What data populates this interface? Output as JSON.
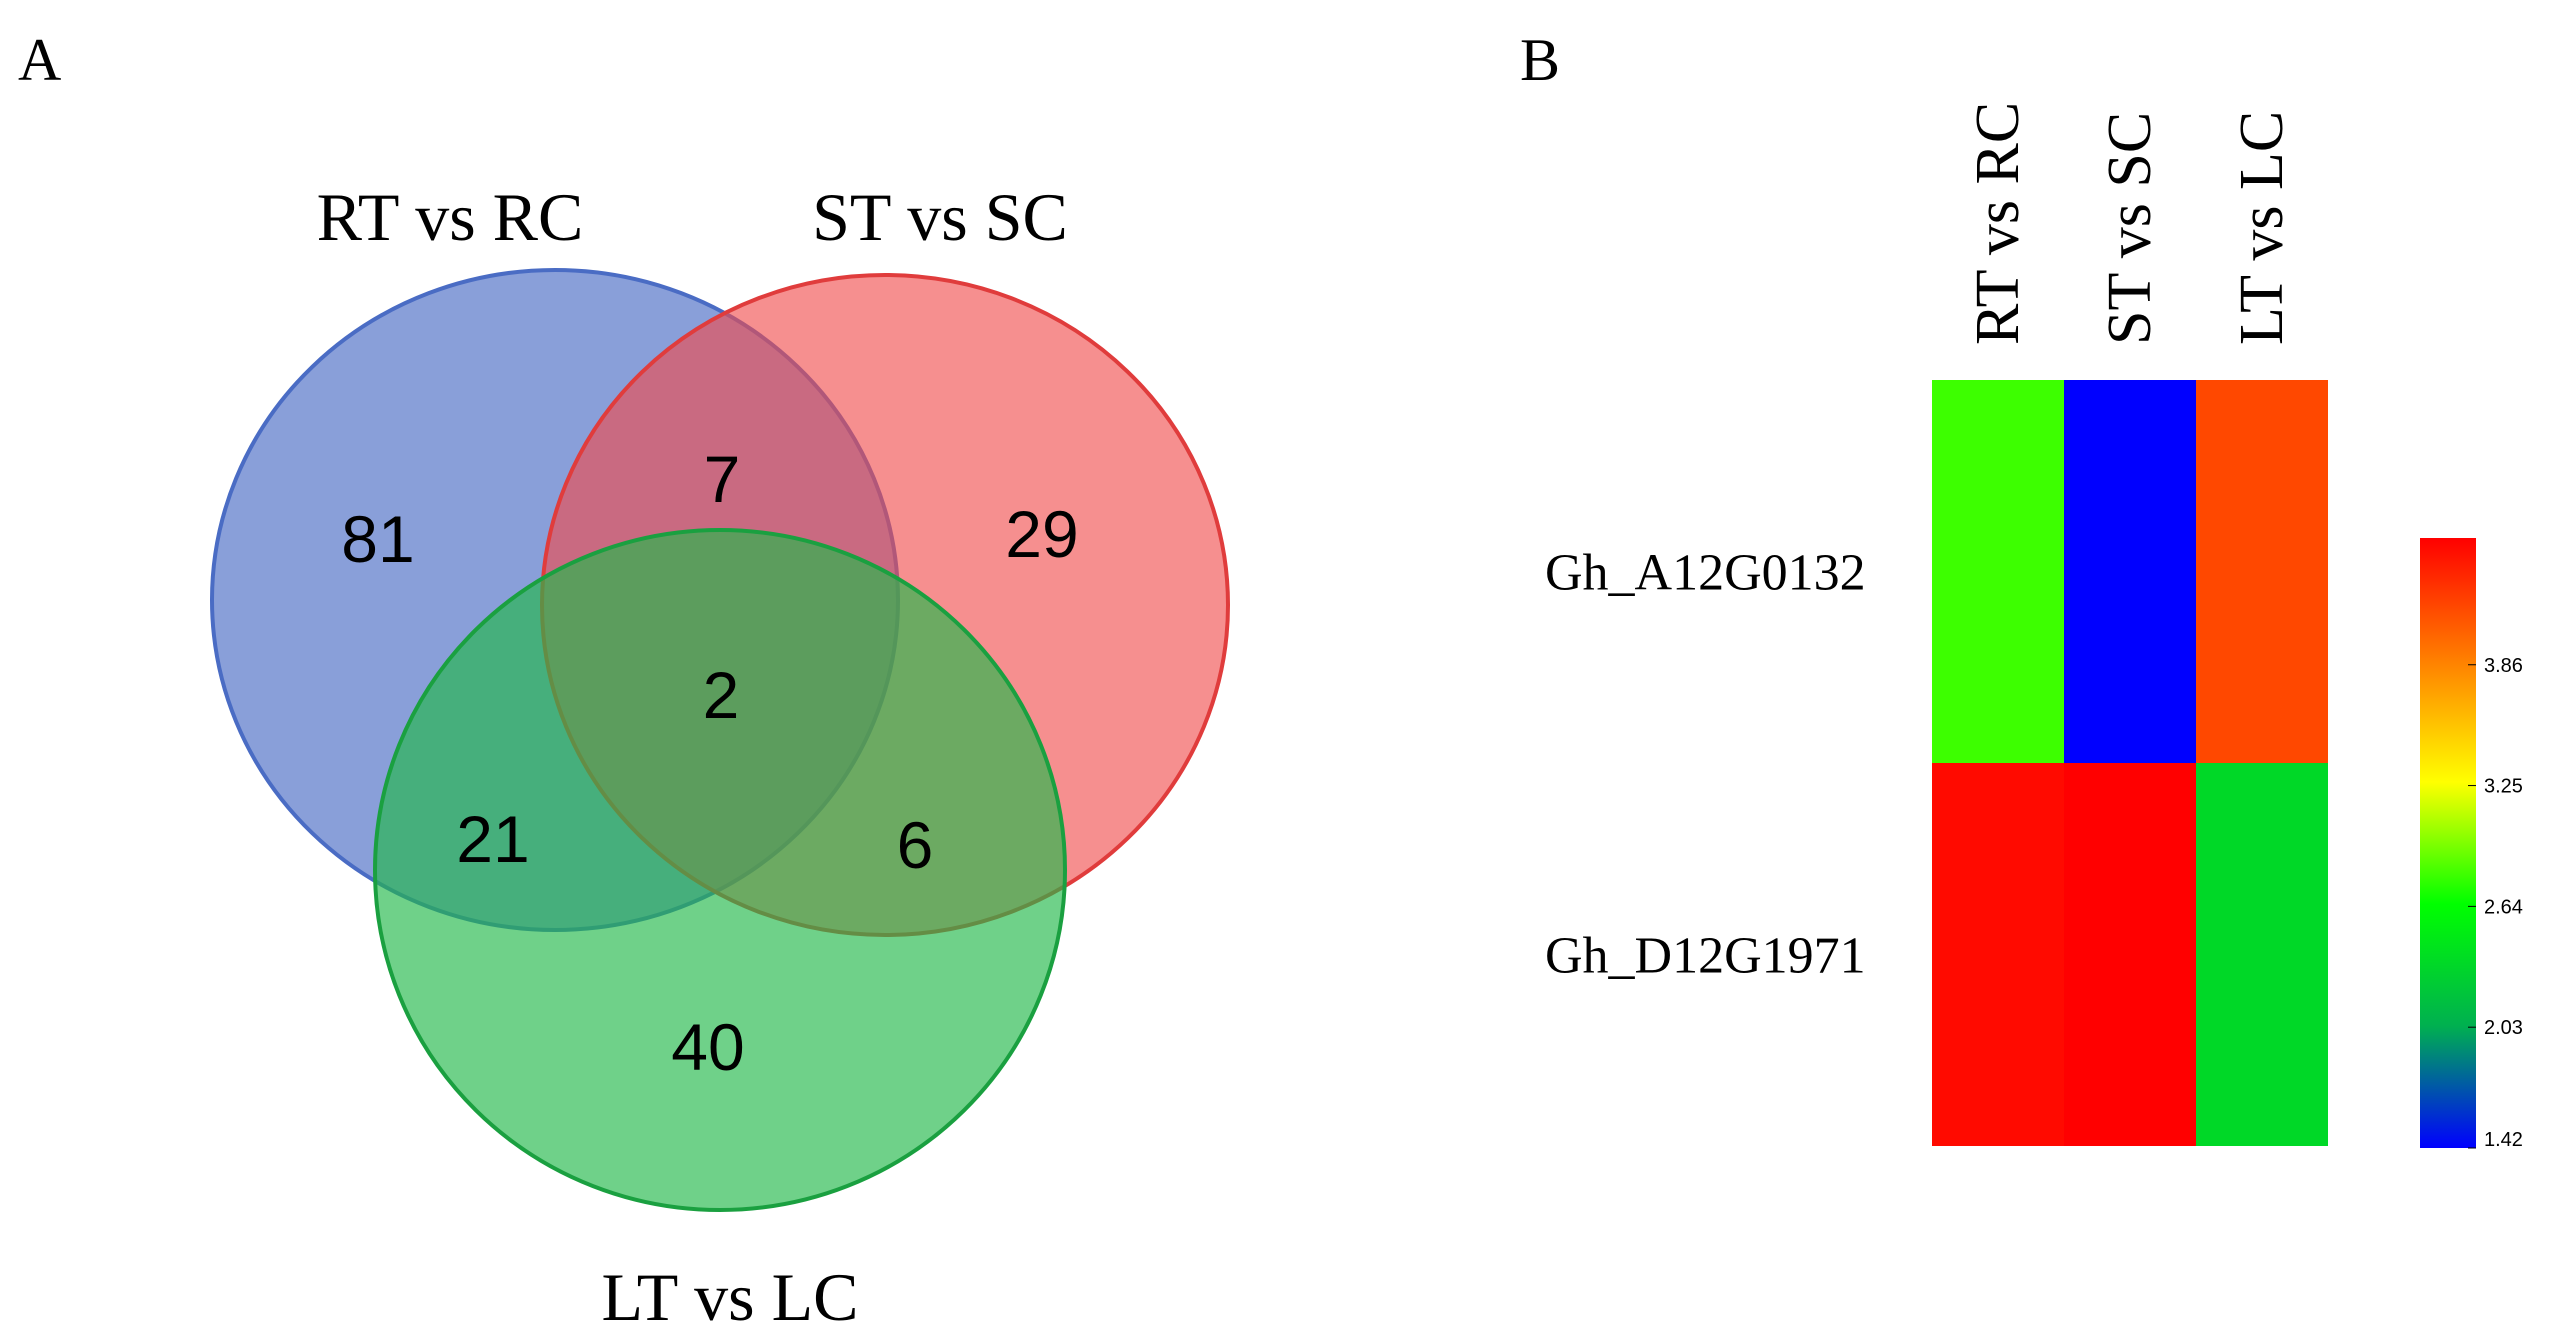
{
  "panels": {
    "a": "A",
    "b": "B"
  },
  "chart_data": [
    {
      "type": "venn",
      "sets": [
        {
          "name": "RT vs RC",
          "color": "#4a6cc4"
        },
        {
          "name": "ST vs SC",
          "color": "#f04a4a"
        },
        {
          "name": "LT vs LC",
          "color": "#22b84a"
        }
      ],
      "regions": [
        {
          "sets": [
            "RT vs RC"
          ],
          "value": 81
        },
        {
          "sets": [
            "ST vs SC"
          ],
          "value": 29
        },
        {
          "sets": [
            "LT vs LC"
          ],
          "value": 40
        },
        {
          "sets": [
            "RT vs RC",
            "ST vs SC"
          ],
          "value": 7
        },
        {
          "sets": [
            "RT vs RC",
            "LT vs LC"
          ],
          "value": 21
        },
        {
          "sets": [
            "ST vs SC",
            "LT vs LC"
          ],
          "value": 6
        },
        {
          "sets": [
            "RT vs RC",
            "ST vs SC",
            "LT vs LC"
          ],
          "value": 2
        }
      ]
    },
    {
      "type": "heatmap",
      "columns": [
        "RT vs RC",
        "ST vs SC",
        "LT vs LC"
      ],
      "rows": [
        "Gh_A12G0132",
        "Gh_D12G1971"
      ],
      "values": [
        [
          2.8,
          1.42,
          4.15
        ],
        [
          4.45,
          4.5,
          2.35
        ]
      ],
      "colorbar": {
        "min": 1.42,
        "max": 4.5,
        "ticks": [
          "1.42",
          "2.03",
          "2.64",
          "3.25",
          "3.86"
        ],
        "colors": [
          "#0000ff",
          "#00ff00",
          "#ffff00",
          "#ff0000"
        ]
      }
    }
  ]
}
